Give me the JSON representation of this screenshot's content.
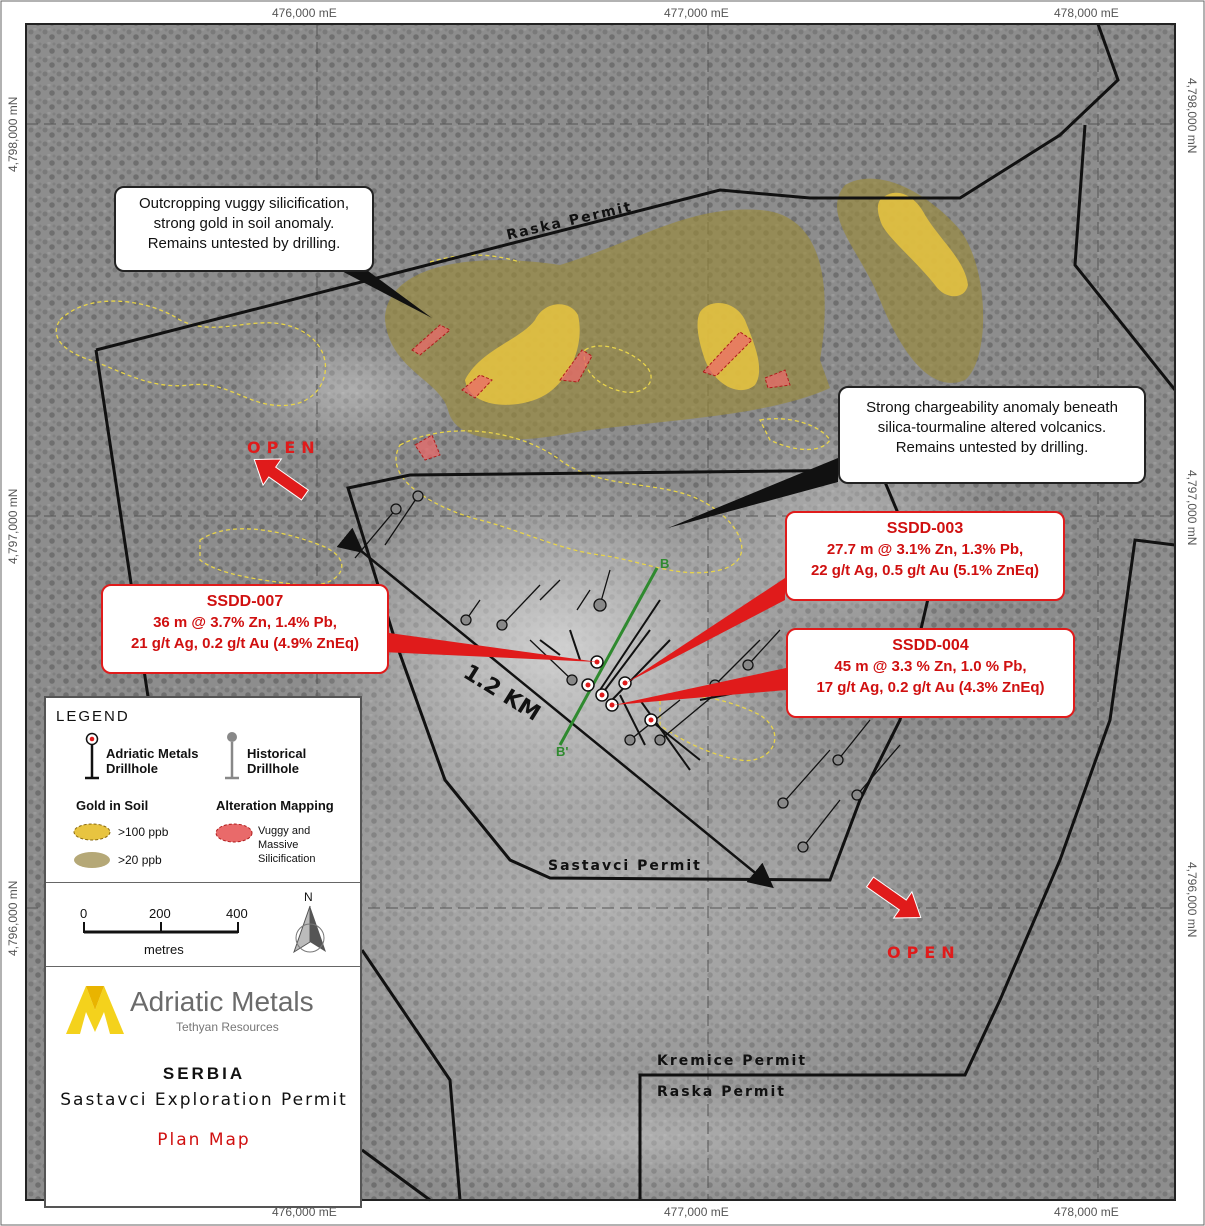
{
  "map": {
    "grid_labels": {
      "easting_top": [
        "476,000 mE",
        "477,000 mE",
        "478,000 mE"
      ],
      "easting_bottom": [
        "476,000 mE",
        "477,000 mE",
        "478,000 mE"
      ],
      "northing_left": [
        "4,798,000 mN",
        "4,797,000 mN",
        "4,796,000 mN"
      ],
      "northing_right": [
        "4,798,000 mN",
        "4,797,000 mN",
        "4,796,000 mN"
      ]
    },
    "permits": {
      "raska_top": "Raska Permit",
      "sastavci": "Sastavci Permit",
      "kremice": "Kremice Permit",
      "raska_bottom": "Raska Permit"
    },
    "open_labels": [
      "OPEN",
      "OPEN"
    ],
    "scale_text": "1.2 KM",
    "section_labels": {
      "b": "B",
      "b_prime": "B'"
    },
    "callouts": {
      "vuggy": [
        "Outcropping vuggy silicification,",
        "strong gold in soil anomaly.",
        "Remains untested by drilling."
      ],
      "chargeability": [
        "Strong chargeability anomaly beneath",
        "silica-tourmaline altered volcanics.",
        "Remains untested by drilling."
      ]
    },
    "drill_results": [
      {
        "hole": "SSDD-003",
        "lines": [
          "27.7 m @ 3.1% Zn, 1.3% Pb,",
          "22 g/t Ag, 0.5 g/t Au (5.1% ZnEq)"
        ]
      },
      {
        "hole": "SSDD-007",
        "lines": [
          "36 m @ 3.7% Zn, 1.4% Pb,",
          "21 g/t Ag, 0.2 g/t Au (4.9% ZnEq)"
        ]
      },
      {
        "hole": "SSDD-004",
        "lines": [
          "45 m @ 3.3 % Zn, 1.0 % Pb,",
          "17 g/t Ag, 0.2 g/t Au (4.3% ZnEq)"
        ]
      }
    ],
    "colors": {
      "gold_high": "#e8c440",
      "gold_low": "#9a8a3a",
      "alteration": "#e96a6a",
      "accent_red": "#e01b1b",
      "section_green": "#2f8a2f"
    }
  },
  "legend": {
    "title": "LEGEND",
    "adriatic_drillhole": [
      "Adriatic Metals",
      "Drillhole"
    ],
    "historical_drillhole": [
      "Historical",
      "Drillhole"
    ],
    "gold_in_soil": "Gold in Soil",
    "gold_high": ">100 ppb",
    "gold_low": ">20 ppb",
    "alteration_mapping": "Alteration Mapping",
    "alteration_item": [
      "Vuggy and",
      "Massive",
      "Silicification"
    ],
    "scale_ticks": [
      "0",
      "200",
      "400"
    ],
    "scale_unit": "metres",
    "north": "N",
    "logo_main": "Adriatic Metals",
    "logo_sub": "Tethyan Resources",
    "country": "SERBIA",
    "permit_name": "Sastavci Exploration Permit",
    "map_type": "Plan Map"
  }
}
